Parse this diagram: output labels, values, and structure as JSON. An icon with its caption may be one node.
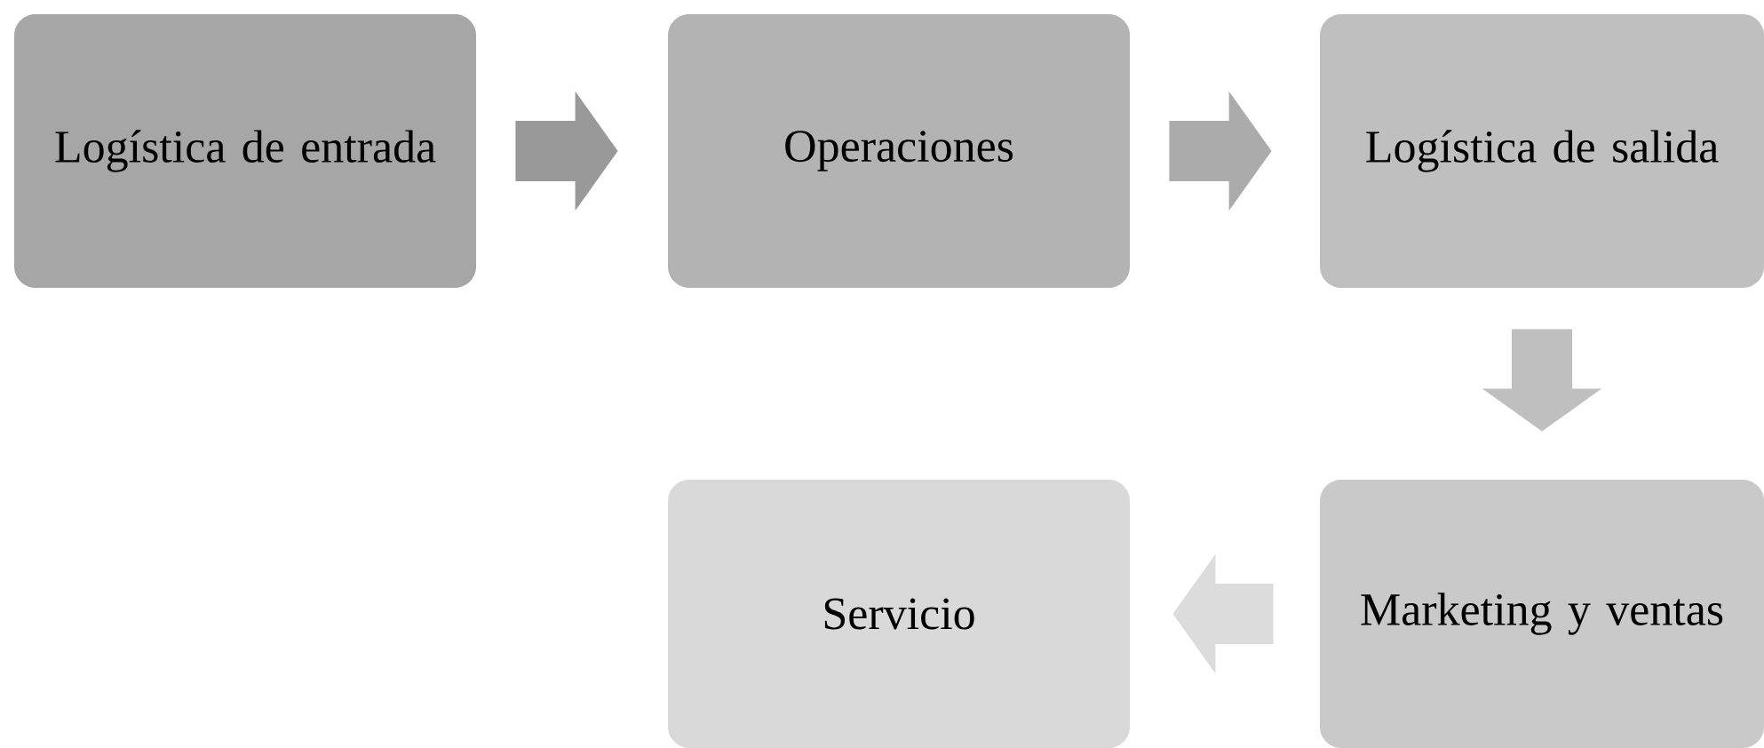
{
  "diagram": {
    "nodes": [
      {
        "text": [
          "Logística de entrada"
        ]
      },
      {
        "text": [
          "Operaciones"
        ]
      },
      {
        "text": [
          "Logística de salida"
        ]
      },
      {
        "text": [
          "Marketing y ventas"
        ]
      },
      {
        "text": [
          "Servicio"
        ]
      }
    ],
    "edges": [
      {
        "from": 0,
        "to": 1,
        "arrow": "to"
      },
      {
        "from": 1,
        "to": 2,
        "arrow": "to"
      },
      {
        "from": 2,
        "to": 3,
        "arrow": "to"
      },
      {
        "from": 3,
        "to": 4,
        "arrow": "to"
      }
    ]
  }
}
